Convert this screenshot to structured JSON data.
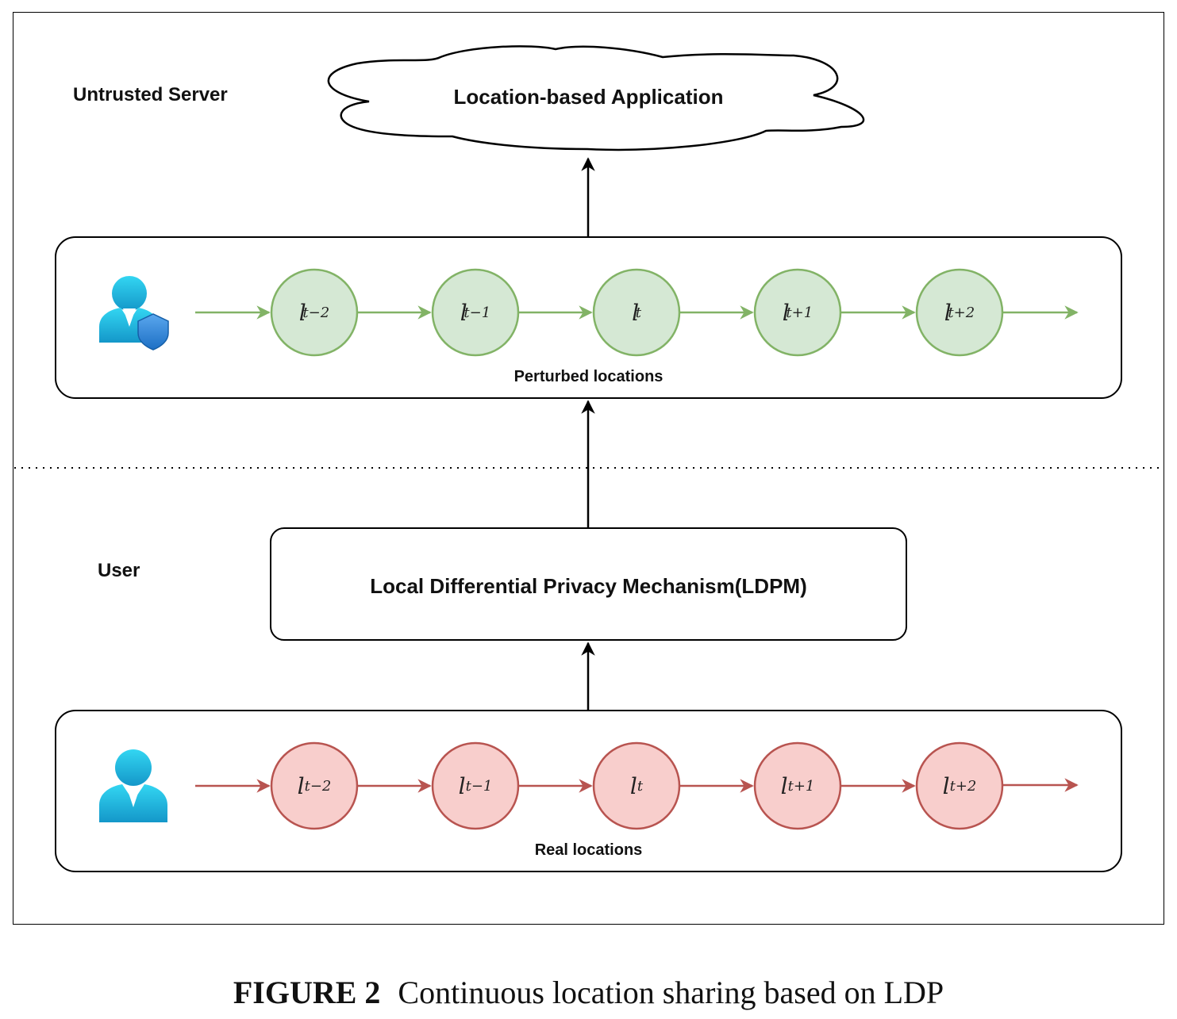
{
  "server_label": "Untrusted Server",
  "user_label": "User",
  "cloud_label": "Location-based Application",
  "mechanism_label": "Local Differential Privacy Mechanism(LDPM)",
  "perturbed_box": {
    "label": "Perturbed locations",
    "nodes": [
      {
        "base": "l",
        "prime": "′",
        "sub": "t−2"
      },
      {
        "base": "l",
        "prime": "′",
        "sub": "t−1"
      },
      {
        "base": "l",
        "prime": "′",
        "sub": "t"
      },
      {
        "base": "l",
        "prime": "′",
        "sub": "t+1"
      },
      {
        "base": "l",
        "prime": "′",
        "sub": "t+2"
      }
    ]
  },
  "real_box": {
    "label": "Real locations",
    "nodes": [
      {
        "base": "l",
        "prime": "",
        "sub": "t−2"
      },
      {
        "base": "l",
        "prime": "",
        "sub": "t−1"
      },
      {
        "base": "l",
        "prime": "",
        "sub": "t"
      },
      {
        "base": "l",
        "prime": "",
        "sub": "t+1"
      },
      {
        "base": "l",
        "prime": "",
        "sub": "t+2"
      }
    ]
  },
  "colors": {
    "perturbed_fill": "#d5e8d4",
    "perturbed_stroke": "#82b366",
    "real_fill": "#f8cecc",
    "real_stroke": "#b85450",
    "user_icon": "#1ec8e8"
  },
  "caption": {
    "number": "FIGURE 2",
    "text": "Continuous location sharing based on LDP"
  }
}
